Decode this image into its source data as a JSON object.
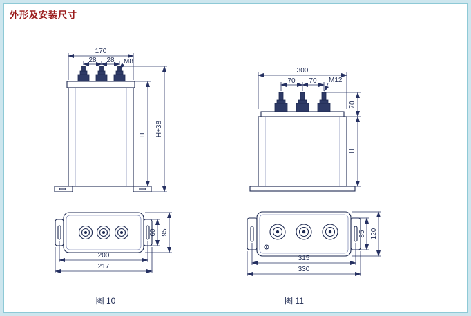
{
  "page": {
    "title": "外形及安装尺寸"
  },
  "colors": {
    "title_text": "#9b1b1b",
    "drawing_line": "#1e2a52",
    "frame_background": "#cde6ee",
    "panel_border": "#8ec9d6"
  },
  "figures": [
    {
      "caption": "图 10",
      "front": {
        "dim_width": "170",
        "dim_pitch_left": "28",
        "dim_pitch_right": "28",
        "bolt_label": "M8",
        "dim_body_height": "H",
        "dim_total_height": "H+38"
      },
      "bottom": {
        "dim_hole_spacing": "200",
        "dim_overall_width": "217",
        "dim_depth_inner": "60",
        "dim_depth_overall": "95"
      }
    },
    {
      "caption": "图 11",
      "front": {
        "dim_width": "300",
        "dim_pitch_left": "70",
        "dim_pitch_right": "70",
        "bolt_label": "M12",
        "dim_terminal_height": "70",
        "dim_body_height": "H"
      },
      "bottom": {
        "dim_hole_spacing": "315",
        "dim_overall_width": "330",
        "dim_depth_inner": "85",
        "dim_depth_overall": "120"
      }
    }
  ]
}
